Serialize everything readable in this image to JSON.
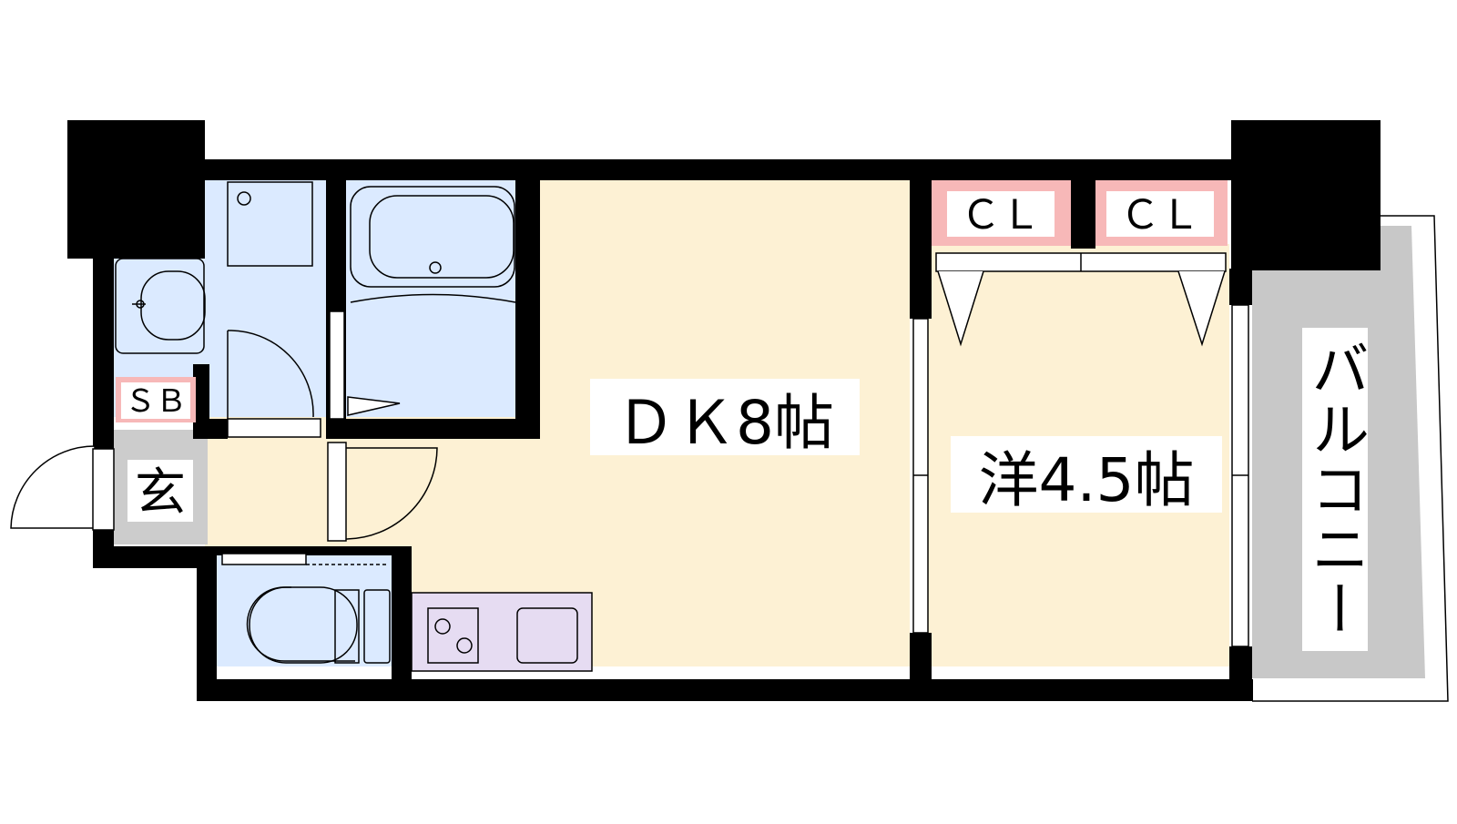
{
  "colors": {
    "wall": "#000000",
    "living_floor": "#fdf1d4",
    "wet_area": "#dbeaff",
    "entrance": "#cccccc",
    "balcony": "#c8c8c8",
    "closet": "#f7b8b8",
    "kitchen": "#e6dcf2",
    "label_bg": "#ffffff",
    "line": "#000000"
  },
  "rooms": {
    "dk": "ＤＫ8帖",
    "western": "洋4.5帖",
    "entrance": "玄",
    "shoe_box": "ＳＢ",
    "closet_left": "ＣＬ",
    "closet_right": "ＣＬ",
    "balcony": "バルコニー"
  }
}
